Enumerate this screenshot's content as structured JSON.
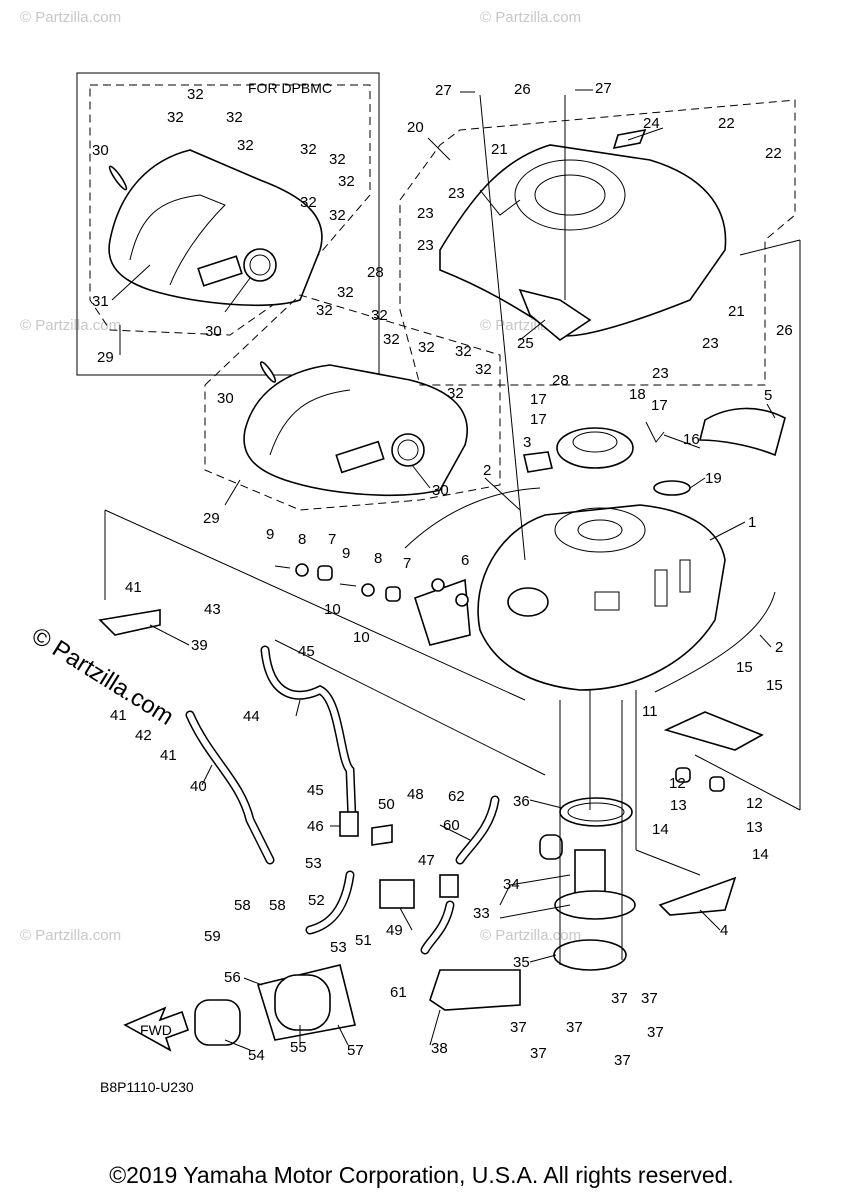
{
  "inset_title": "FOR DPBMC",
  "figure_code": "B8P1110-U230",
  "fwd_label": "FWD",
  "watermark": "© Partzilla.com",
  "copyright": "©2019 Yamaha Motor Corporation, U.S.A. All rights reserved.",
  "callouts": [
    "1",
    "2",
    "2",
    "3",
    "4",
    "5",
    "6",
    "7",
    "7",
    "8",
    "8",
    "9",
    "9",
    "10",
    "10",
    "11",
    "12",
    "12",
    "13",
    "13",
    "14",
    "14",
    "15",
    "15",
    "16",
    "17",
    "17",
    "17",
    "18",
    "19",
    "20",
    "21",
    "21",
    "22",
    "22",
    "23",
    "23",
    "23",
    "23",
    "23",
    "24",
    "25",
    "26",
    "26",
    "27",
    "27",
    "28",
    "28",
    "29",
    "29",
    "30",
    "30",
    "30",
    "30",
    "31",
    "32",
    "32",
    "32",
    "32",
    "32",
    "32",
    "32",
    "32",
    "32",
    "32",
    "32",
    "32",
    "32",
    "32",
    "32",
    "32",
    "32",
    "33",
    "34",
    "35",
    "36",
    "37",
    "37",
    "37",
    "37",
    "37",
    "37",
    "37",
    "38",
    "39",
    "40",
    "41",
    "41",
    "41",
    "42",
    "43",
    "44",
    "45",
    "45",
    "46",
    "47",
    "48",
    "49",
    "50",
    "51",
    "52",
    "53",
    "53",
    "54",
    "55",
    "56",
    "57",
    "58",
    "58",
    "59",
    "60",
    "61",
    "62"
  ]
}
